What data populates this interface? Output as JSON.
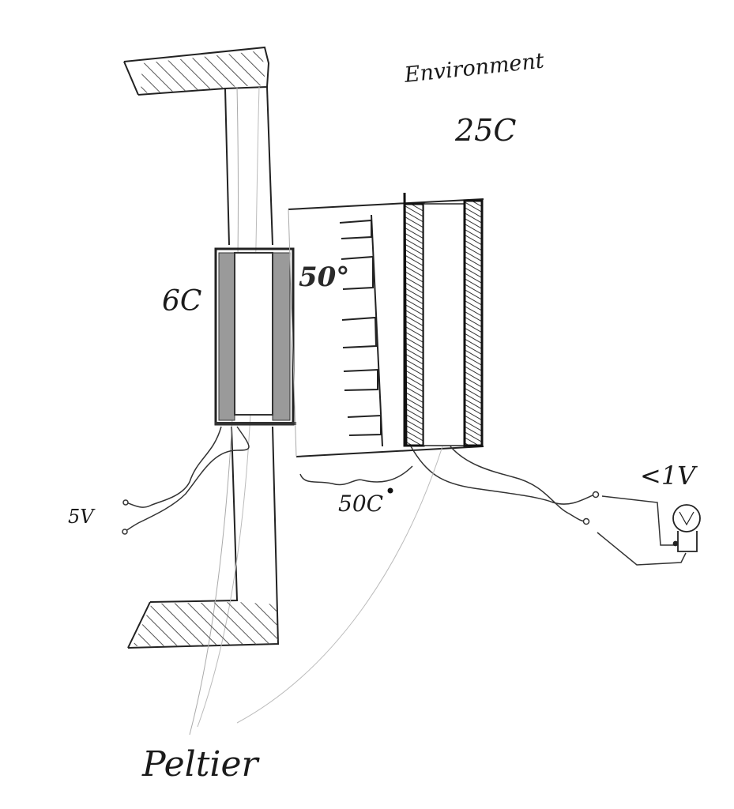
{
  "labels": {
    "environment": "Environment",
    "environment_temp": "25C",
    "cold_side_temp": "6C",
    "fin_temp": "50°",
    "input_voltage": "5V",
    "base_temp": "50C",
    "output_voltage": "<1V",
    "peltier": "Peltier"
  },
  "icons": {
    "bulb": "light-bulb-icon"
  },
  "colors": {
    "ink": "#1a1a1a",
    "pencil": "#777777",
    "hatch": "#555555"
  }
}
